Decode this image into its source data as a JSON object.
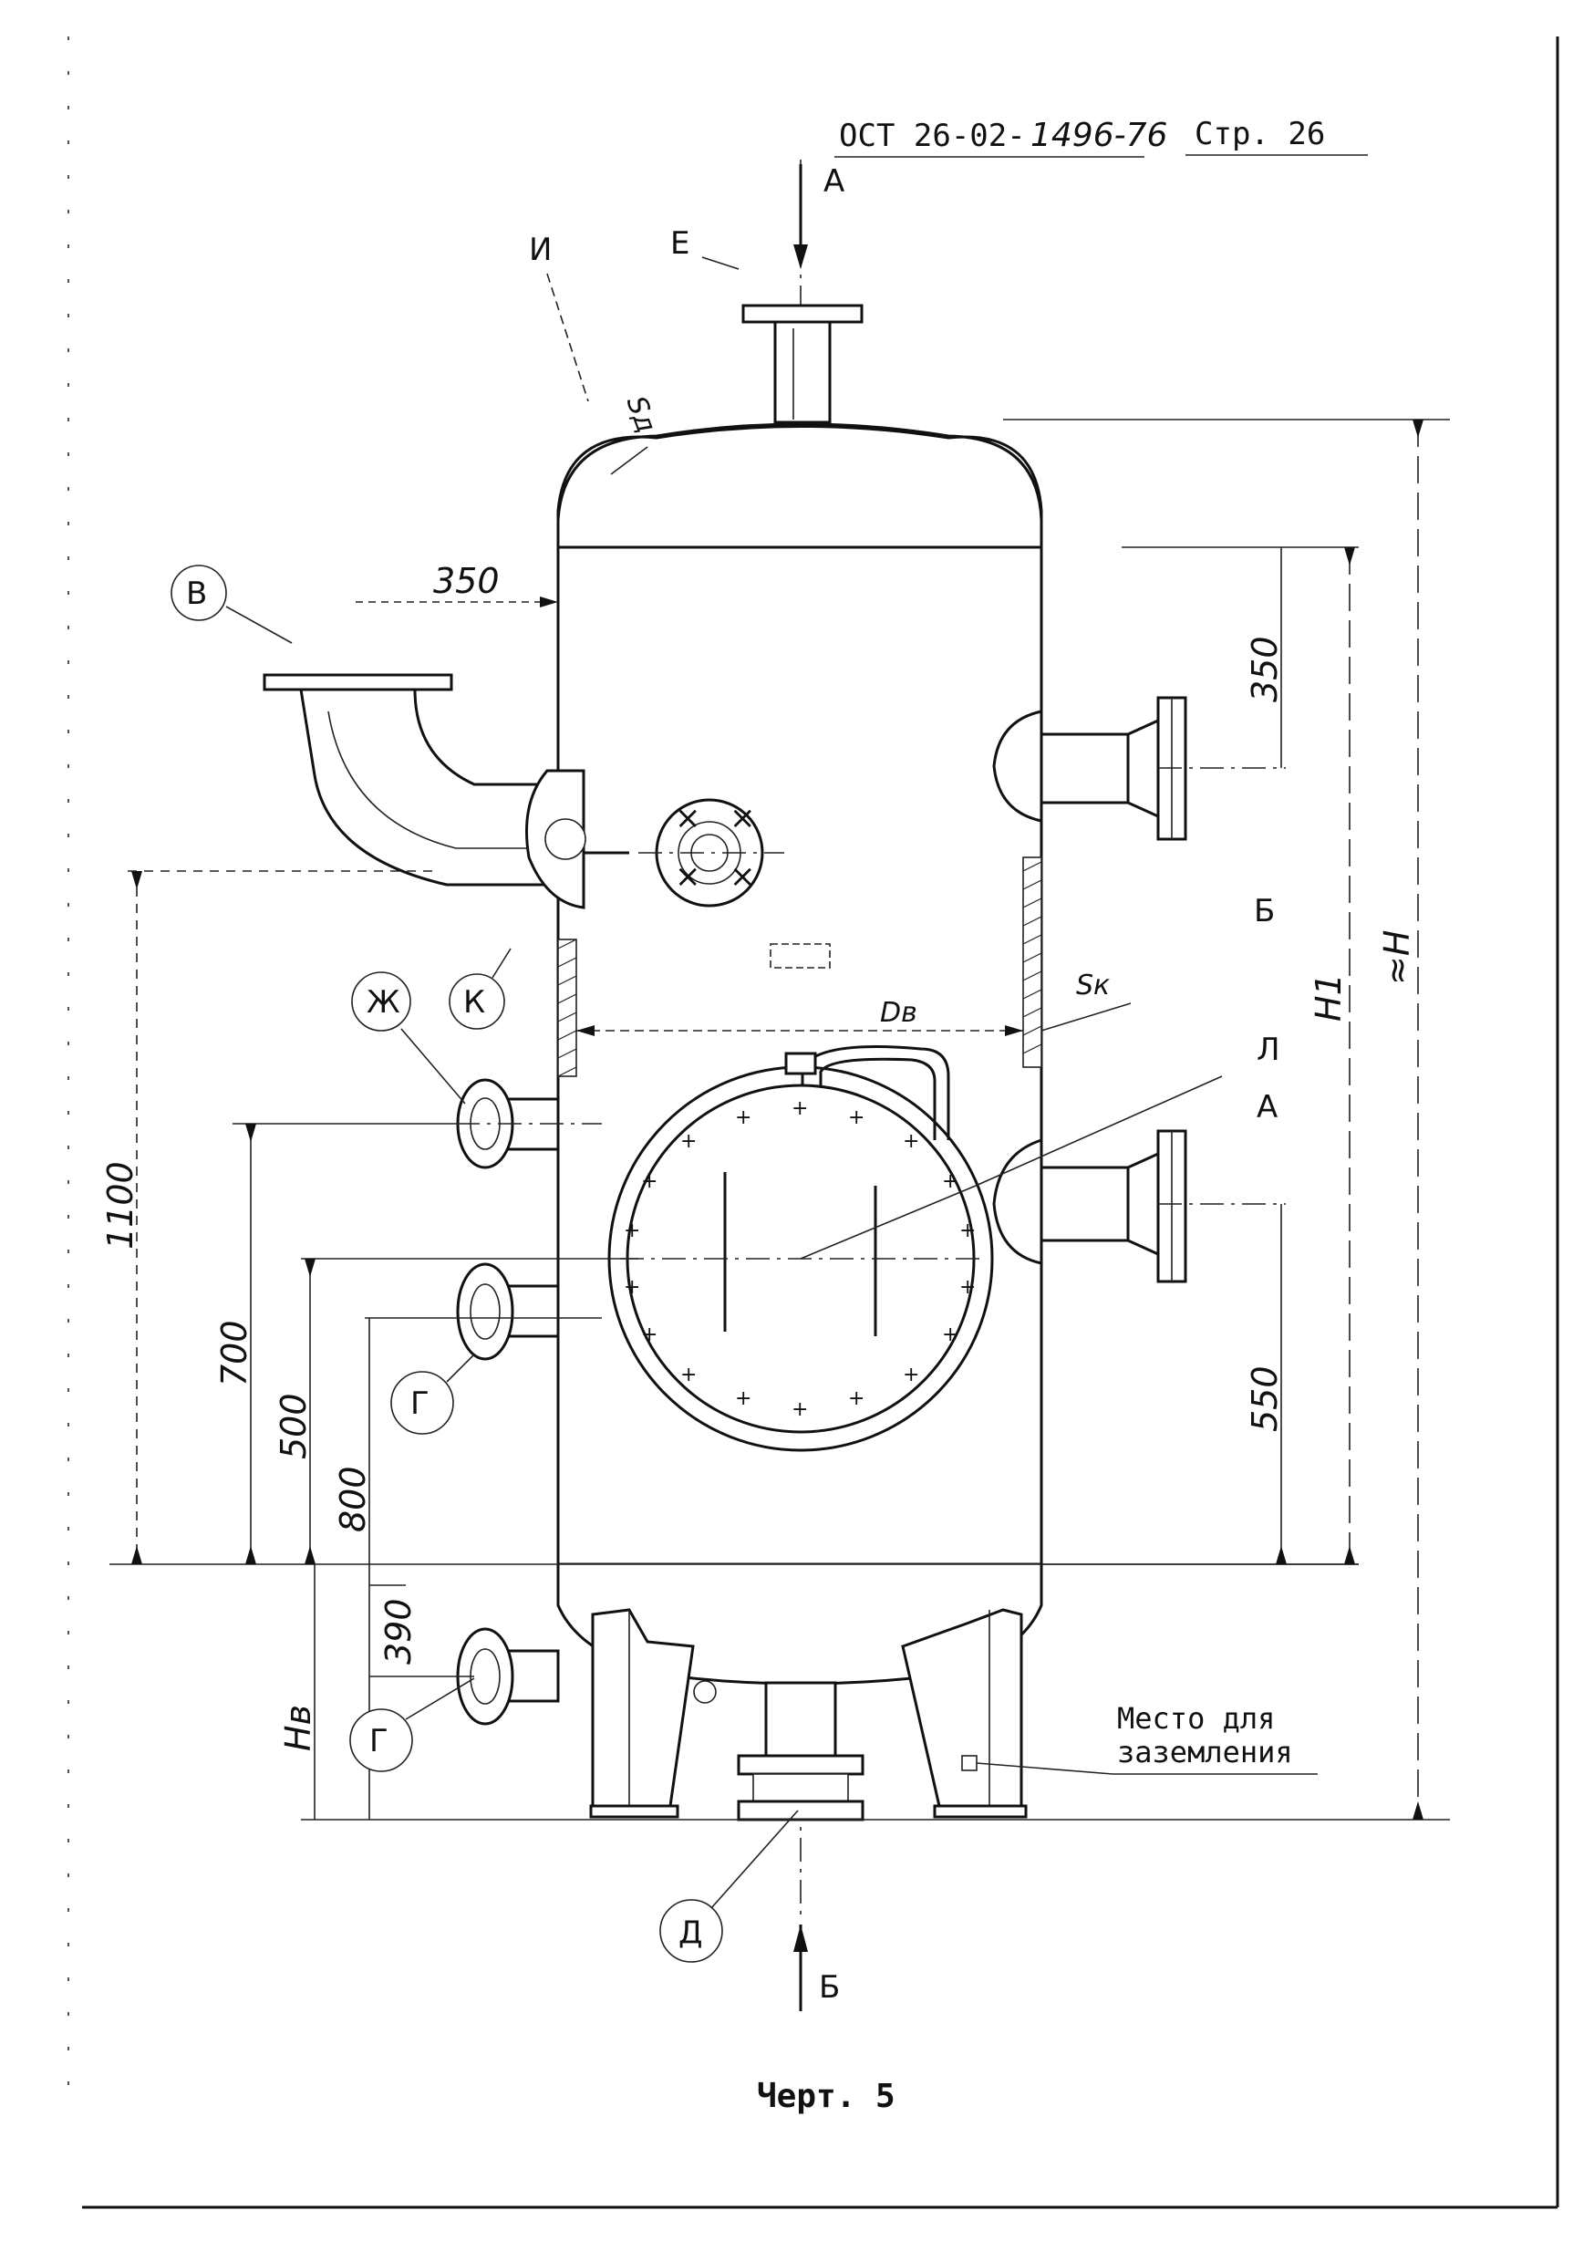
{
  "header": {
    "standard": "ОСТ 26-02-",
    "number": "1496-76",
    "page": "Стр. 26"
  },
  "views": {
    "top_arrow": "А",
    "bottom_arrow": "Б",
    "side_a": "А",
    "side_b": "Б"
  },
  "callouts": [
    "И",
    "Е",
    "В",
    "Ж",
    "К",
    "Г",
    "Г",
    "Л",
    "Д"
  ],
  "dimensions": {
    "left_350": "350",
    "right_350": "350",
    "right_550": "550",
    "left_1100": "1100",
    "left_700": "700",
    "left_500": "500",
    "left_800": "800",
    "left_390": "390",
    "Db": "Dв",
    "Sk": "Sк",
    "Sd": "Sд",
    "H1": "H1",
    "H": "≈H",
    "Hb": "Hв"
  },
  "grounding_note": [
    "Место для",
    "заземления"
  ],
  "caption": "Черт. 5",
  "icons": [
    "vessel-drawing",
    "flange-nozzle",
    "manhole-cover",
    "support-legs",
    "dimension-arrow"
  ]
}
